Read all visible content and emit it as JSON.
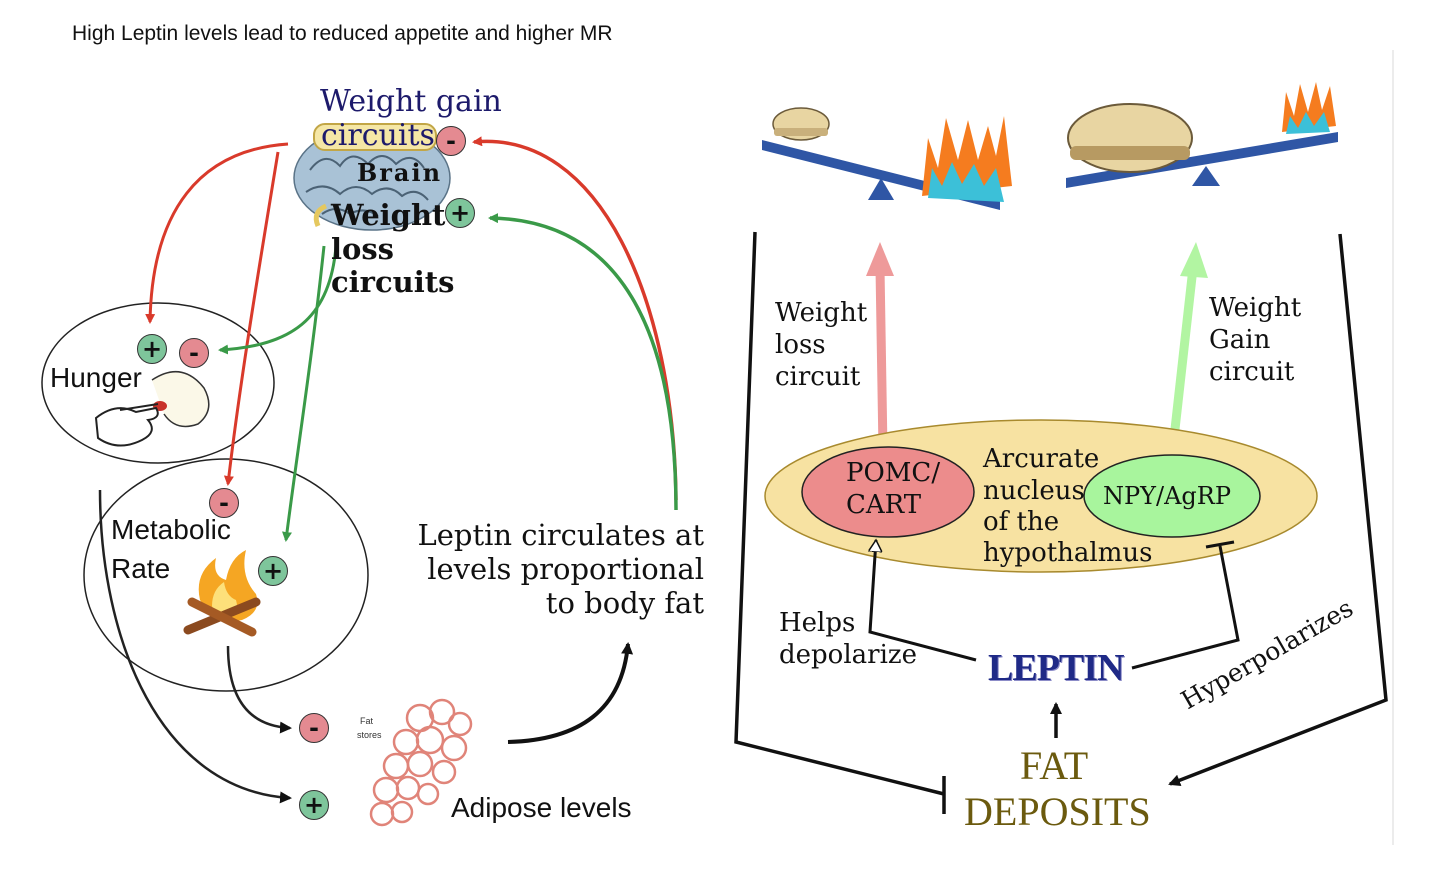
{
  "title": "High Leptin levels lead to reduced appetite and higher MR",
  "left": {
    "brain": {
      "gain_line1": "Weight gain",
      "gain_line2": "circuits",
      "brain_label": "Brain",
      "loss_line1": "Weight",
      "loss_line2": "loss",
      "loss_line3": "circuits"
    },
    "hunger_label": "Hunger",
    "metabolic_line1": "Metabolic",
    "metabolic_line2": "Rate",
    "fat_stores_line1": "Fat",
    "fat_stores_line2": "stores",
    "adipose_label": "Adipose levels",
    "leptin_line1": "Leptin circulates at",
    "leptin_line2": "levels proportional",
    "leptin_line3": "to body fat",
    "signs": {
      "plus": "+",
      "minus": "-"
    }
  },
  "right": {
    "weight_loss_line1": "Weight",
    "weight_loss_line2": "loss",
    "weight_loss_line3": "circuit",
    "weight_gain_line1": "Weight",
    "weight_gain_line2": "Gain",
    "weight_gain_line3": "circuit",
    "pomc_line1": "POMC/",
    "pomc_line2": "CART",
    "arc_line1": "Arcurate",
    "arc_line2": "nucleus",
    "arc_line3": "of the",
    "arc_line4": "hypothalmus",
    "npy_label": "NPY/AgRP",
    "helps_line1": "Helps",
    "helps_line2": "depolarize",
    "leptin_label": "LEPTIN",
    "hyper_label": "Hyperpolarizes",
    "fat_line1": "FAT",
    "fat_line2": "DEPOSITS"
  },
  "colors": {
    "red_arrow": "#d93a2b",
    "green_arrow": "#3a9a48",
    "plus_fill": "#7ec59b",
    "minus_fill": "#e48a91",
    "panel_bg": "#f3cbcb",
    "arc_fill": "#f7e2a2",
    "pomc_fill": "#ec8c8c",
    "npy_fill": "#a8f59d",
    "leptin_text": "#1f2a87",
    "fat_text": "#6b5a0e"
  },
  "icons": [
    "brain-icon",
    "eating-face-icon",
    "campfire-icon",
    "fat-cells-icon",
    "burger-icon",
    "flames-icon",
    "seesaw-icon"
  ]
}
